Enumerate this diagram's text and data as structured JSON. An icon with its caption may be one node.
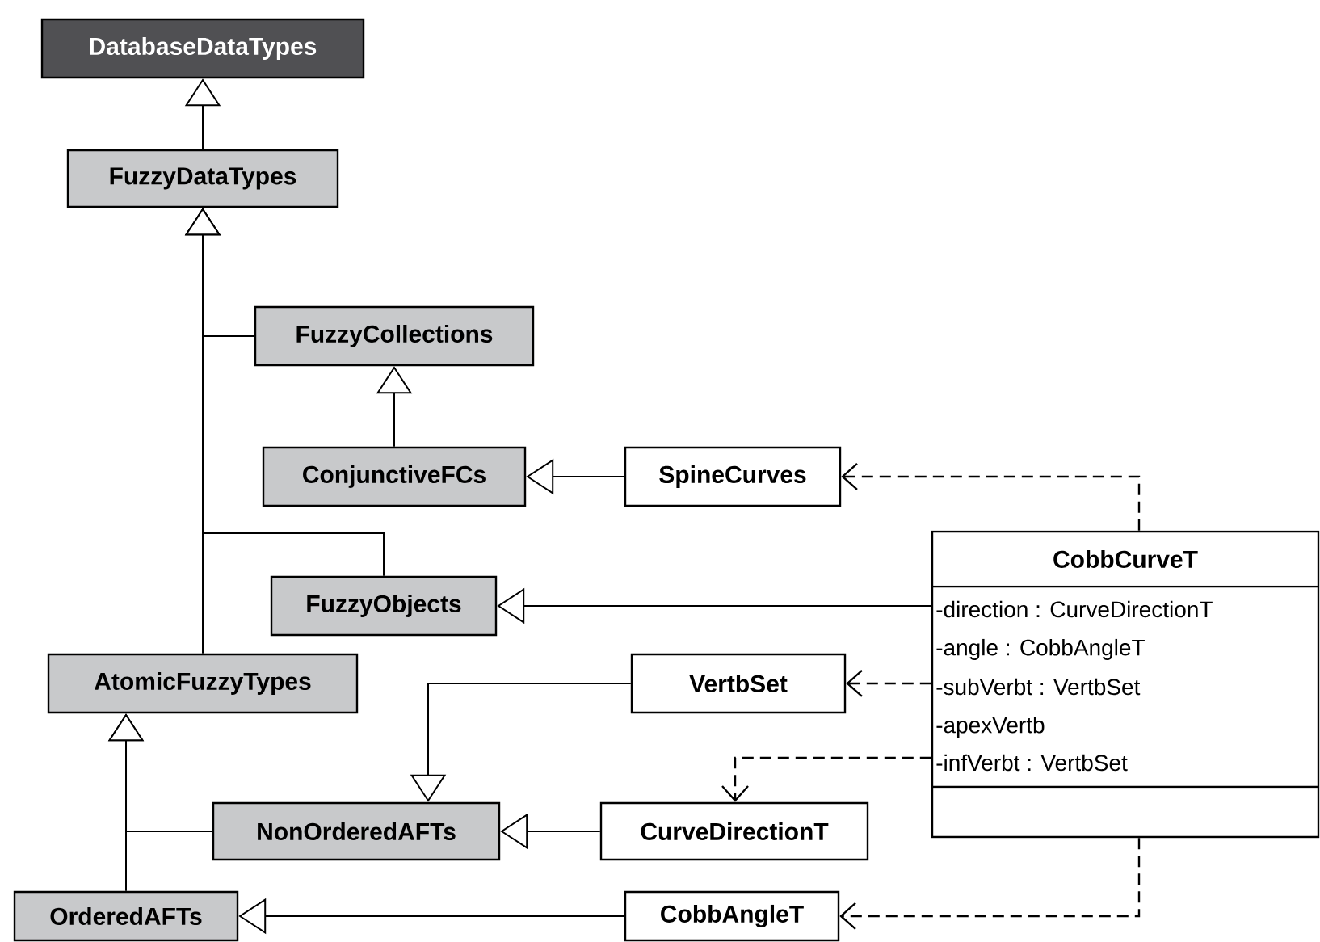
{
  "diagram": {
    "nodes": [
      {
        "text": [
          "DatabaseDataTypes"
        ]
      },
      {
        "text": [
          "FuzzyDataTypes"
        ]
      },
      {
        "text": [
          "FuzzyCollections"
        ]
      },
      {
        "text": [
          "ConjunctiveFCs"
        ]
      },
      {
        "text": [
          "SpineCurves"
        ]
      },
      {
        "text": [
          "FuzzyObjects"
        ]
      },
      {
        "text": [
          "CobbCurveT",
          "-direction : CurveDirectionT",
          "-angle : CobbAngleT",
          "-subVerbt : VertbSet",
          "-apexVertb",
          "-infVerbt : VertbSet"
        ]
      },
      {
        "text": [
          "AtomicFuzzyTypes"
        ]
      },
      {
        "text": [
          "VertbSet"
        ]
      },
      {
        "text": [
          "NonOrderedAFTs"
        ]
      },
      {
        "text": [
          "CurveDirectionT"
        ]
      },
      {
        "text": [
          "OrderedAFTs"
        ]
      },
      {
        "text": [
          "CobbAngleT"
        ]
      }
    ],
    "edges": [
      {
        "from": 1,
        "to": 0,
        "arrow": "to"
      },
      {
        "from": 2,
        "to": 1,
        "arrow": "to"
      },
      {
        "from": 5,
        "to": 1,
        "arrow": "to"
      },
      {
        "from": 7,
        "to": 1,
        "arrow": "to"
      },
      {
        "from": 3,
        "to": 2,
        "arrow": "to"
      },
      {
        "from": 4,
        "to": 3,
        "arrow": "to"
      },
      {
        "from": 6,
        "to": 5,
        "arrow": "to"
      },
      {
        "from": 8,
        "to": 9,
        "arrow": "to"
      },
      {
        "from": 10,
        "to": 9,
        "arrow": "to"
      },
      {
        "from": 9,
        "to": 7,
        "arrow": "to"
      },
      {
        "from": 11,
        "to": 7,
        "arrow": "to"
      },
      {
        "from": 12,
        "to": 11,
        "arrow": "to"
      },
      {
        "from": 6,
        "to": 4,
        "arrow": "to",
        "style": "dashed"
      },
      {
        "from": 6,
        "to": 8,
        "arrow": "to",
        "style": "dashed"
      },
      {
        "from": 6,
        "to": 10,
        "arrow": "to",
        "style": "dashed"
      },
      {
        "from": 6,
        "to": 12,
        "arrow": "to",
        "style": "dashed"
      }
    ]
  }
}
